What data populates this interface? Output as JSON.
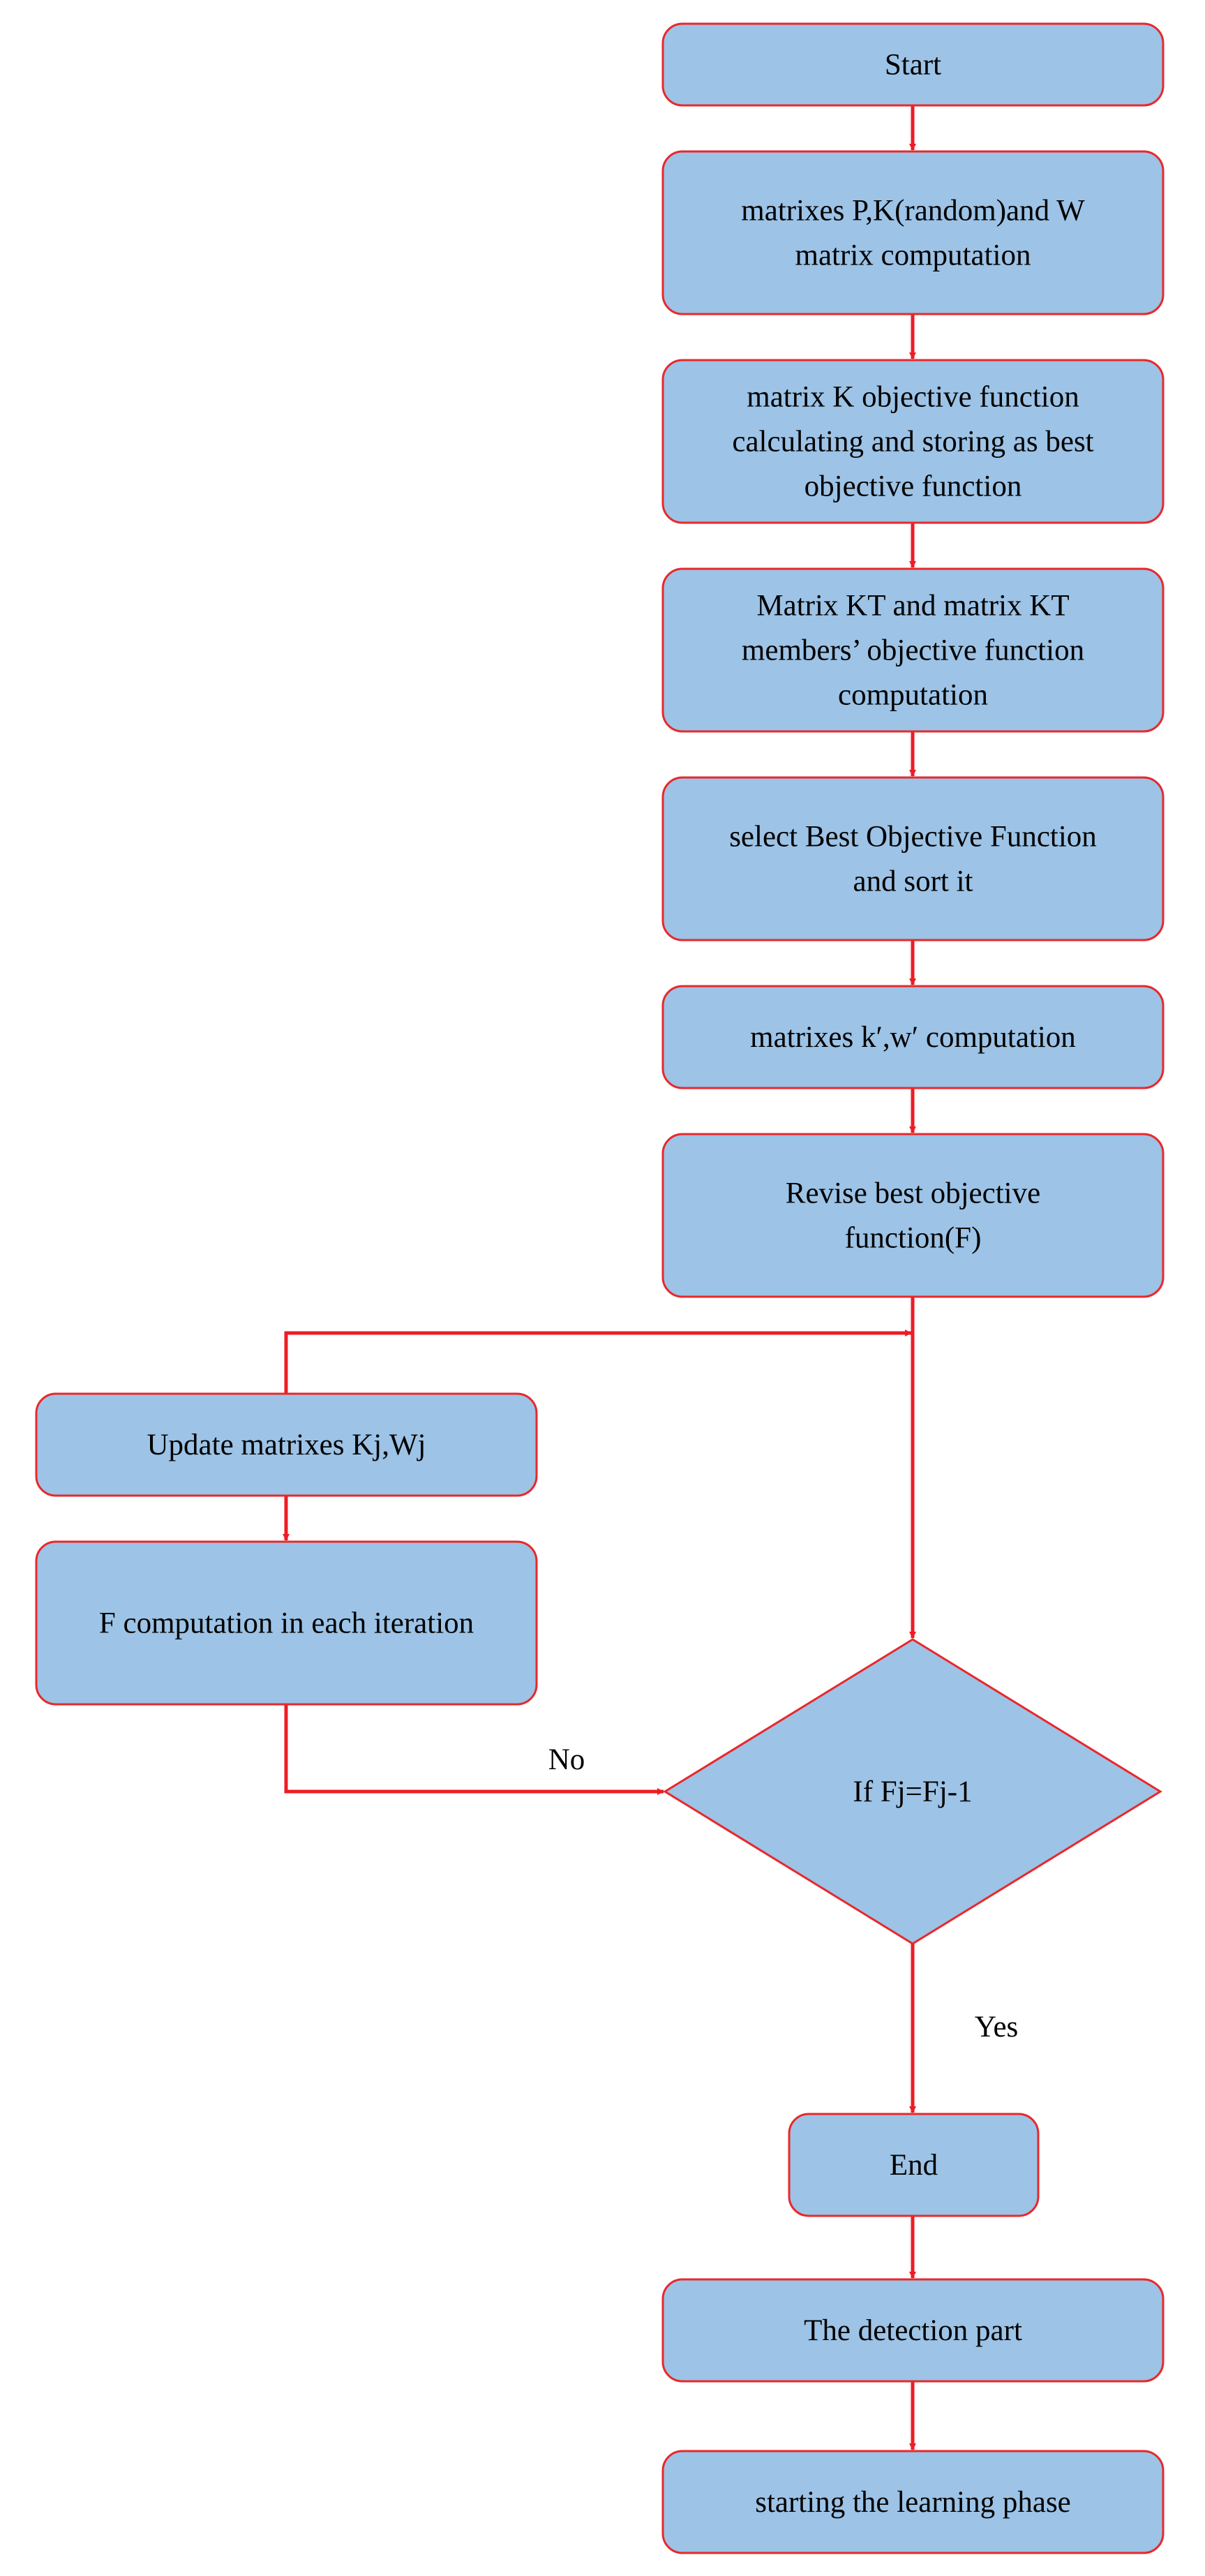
{
  "colors": {
    "box_fill": "#9dc3e6",
    "box_stroke": "#e8282b",
    "arrow": "#ee1c24",
    "text": "#000000"
  },
  "nodes": {
    "start": {
      "lines": [
        "Start"
      ]
    },
    "init": {
      "lines": [
        "matrixes P,K(random)and W",
        "matrix computation"
      ]
    },
    "objective_k": {
      "lines": [
        "matrix K objective function",
        "calculating and storing as best",
        "objective function"
      ]
    },
    "matrix_kt": {
      "lines": [
        "Matrix KT and matrix KT",
        "members’ objective function",
        "computation"
      ]
    },
    "select_best": {
      "lines": [
        "select Best Objective Function",
        "and sort it"
      ]
    },
    "kw_prime": {
      "lines": [
        "matrixes k′,w′ computation"
      ]
    },
    "revise": {
      "lines": [
        "Revise best objective",
        "function(F)"
      ]
    },
    "update": {
      "lines": [
        "Update matrixes  Kj,Wj"
      ]
    },
    "f_comp": {
      "lines": [
        "F computation in each iteration"
      ]
    },
    "decision": {
      "lines": [
        "If  Fj=Fj-1"
      ]
    },
    "end": {
      "lines": [
        "End"
      ]
    },
    "detection": {
      "lines": [
        "The detection part"
      ]
    },
    "learning": {
      "lines": [
        "starting the learning phase"
      ]
    }
  },
  "edge_labels": {
    "no": "No",
    "yes": "Yes"
  }
}
